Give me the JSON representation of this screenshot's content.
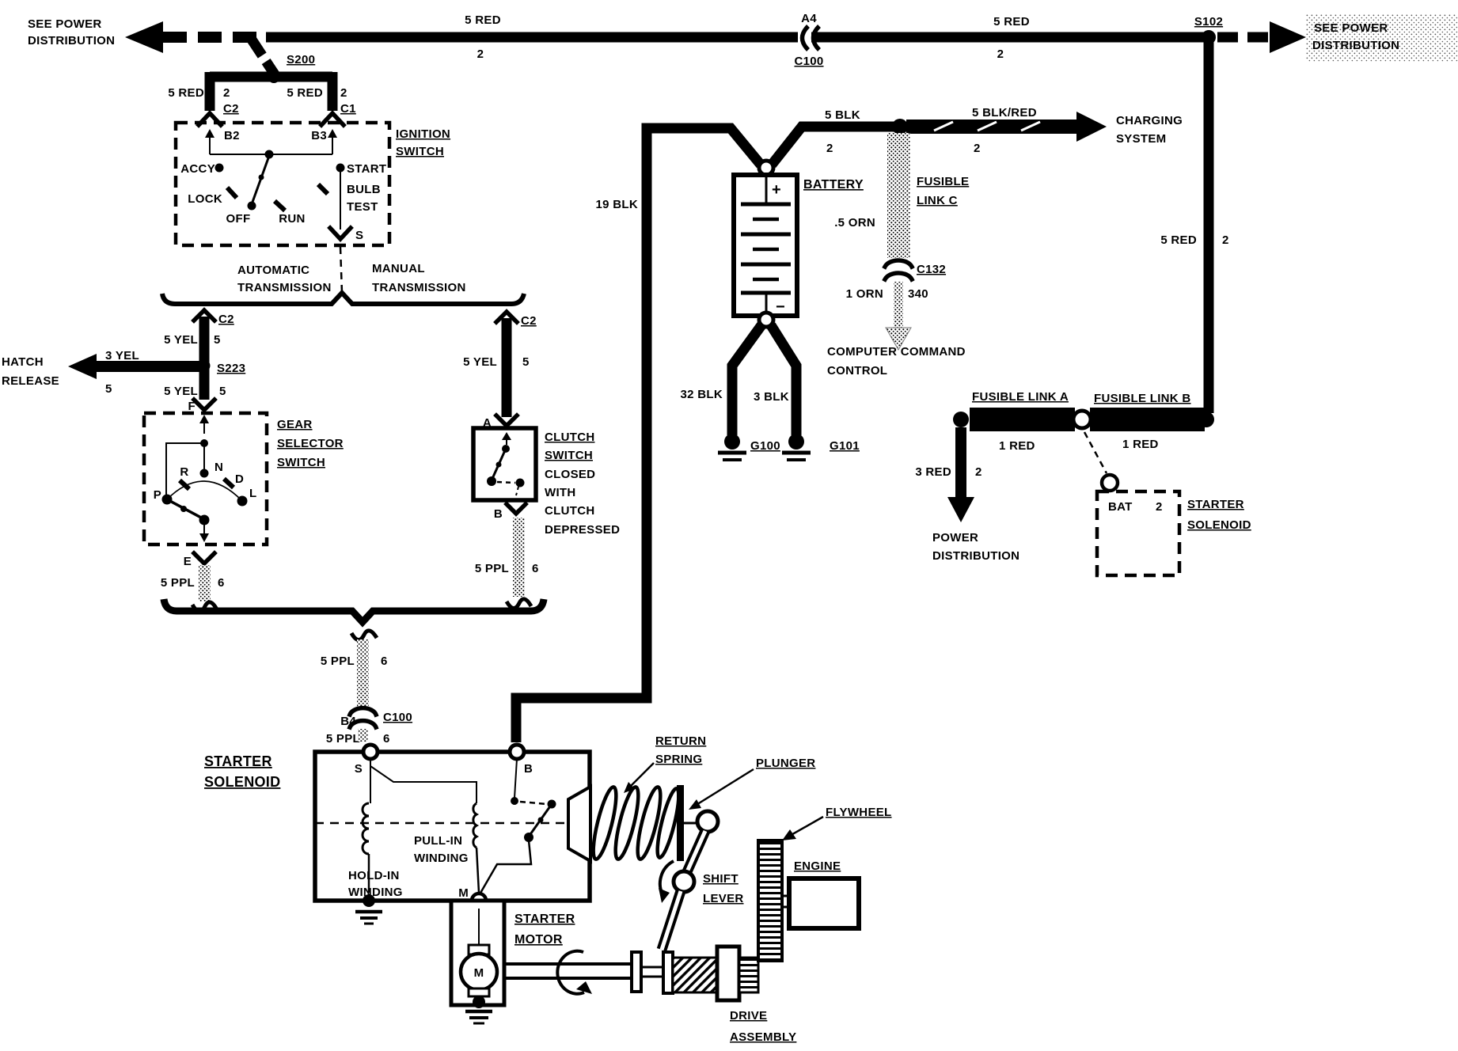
{
  "colors": {
    "ink": "#000000",
    "paper": "#ffffff",
    "stipple_gray": "#9b9b9b"
  },
  "labels": {
    "top": {
      "see_power_left_1": "SEE POWER",
      "see_power_left_2": "DISTRIBUTION",
      "bus_left_wire": "5 RED",
      "bus_left_gauge": "2",
      "a4": "A4",
      "c100": "C100",
      "bus_right_wire": "5 RED",
      "bus_right_gauge": "2",
      "s102": "S102",
      "see_power_right_1": "SEE POWER",
      "see_power_right_2": "DISTRIBUTION"
    },
    "ignition": {
      "s200": "S200",
      "left_wire": "5 RED",
      "left_gauge": "2",
      "c2": "C2",
      "right_wire": "5 RED",
      "right_gauge": "2",
      "c1": "C1",
      "title_1": "IGNITION",
      "title_2": "SWITCH",
      "b2": "B2",
      "b3": "B3",
      "accy": "ACCY",
      "lock": "LOCK",
      "off": "OFF",
      "run": "RUN",
      "start": "START",
      "bulb": "BULB",
      "test": "TEST",
      "s": "S"
    },
    "transmission": {
      "auto_1": "AUTOMATIC",
      "auto_2": "TRANSMISSION",
      "manual_1": "MANUAL",
      "manual_2": "TRANSMISSION"
    },
    "auto_branch": {
      "c2": "C2",
      "wire1": "5 YEL",
      "gauge1": "5",
      "s223": "S223",
      "hatch_wire": "3 YEL",
      "hatch_gauge": "5",
      "hatch_1": "HATCH",
      "hatch_2": "RELEASE",
      "wire2": "5 YEL",
      "gauge2": "5",
      "f": "F",
      "gear_1": "GEAR",
      "gear_2": "SELECTOR",
      "gear_3": "SWITCH",
      "p": "P",
      "r": "R",
      "n": "N",
      "d": "D",
      "l": "L",
      "e": "E",
      "wire3": "5 PPL",
      "gauge3": "6"
    },
    "manual_branch": {
      "c2": "C2",
      "wire1": "5 YEL",
      "gauge1": "5",
      "a": "A",
      "clutch_1": "CLUTCH",
      "clutch_2": "SWITCH",
      "clutch_3": "CLOSED",
      "clutch_4": "WITH",
      "clutch_5": "CLUTCH",
      "clutch_6": "DEPRESSED",
      "b": "B",
      "wire2": "5 PPL",
      "gauge2": "6"
    },
    "feed": {
      "wire": "5 PPL",
      "gauge": "6",
      "b4": "B4",
      "c100": "C100",
      "wire2": "5 PPL",
      "gauge2": "6"
    },
    "battery": {
      "label": "BATTERY",
      "plus": "+",
      "minus": "−",
      "blk19": "19 BLK",
      "blk5": "5 BLK",
      "blk5_gauge": "2",
      "blkred": "5 BLK/RED",
      "blkred_gauge": "2",
      "charging_1": "CHARGING",
      "charging_2": "SYSTEM",
      "orn5": ".5 ORN",
      "fusible_1": "FUSIBLE",
      "fusible_2": "LINK C",
      "c132": "C132",
      "orn1": "1 ORN",
      "circuit340": "340",
      "ccc_1": "COMPUTER COMMAND",
      "ccc_2": "CONTROL",
      "blk32": "32 BLK",
      "blk3": "3 BLK",
      "g100": "G100",
      "g101": "G101"
    },
    "right": {
      "red5": "5 RED",
      "red5_gauge": "2",
      "link_a": "FUSIBLE LINK A",
      "link_b": "FUSIBLE LINK B",
      "red1a": "1 RED",
      "red1b": "1 RED",
      "red3": "3 RED",
      "red3_gauge": "2",
      "power_1": "POWER",
      "power_2": "DISTRIBUTION",
      "bat": "BAT",
      "bat_gauge": "2",
      "solenoid_1": "STARTER",
      "solenoid_2": "SOLENOID"
    },
    "solenoid": {
      "title_1": "STARTER",
      "title_2": "SOLENOID",
      "s": "S",
      "b": "B",
      "m": "M",
      "pull_1": "PULL-IN",
      "pull_2": "WINDING",
      "hold_1": "HOLD-IN",
      "hold_2": "WINDING"
    },
    "motor": {
      "title_1": "STARTER",
      "title_2": "MOTOR",
      "m": "M"
    },
    "mech": {
      "return_1": "RETURN",
      "return_2": "SPRING",
      "plunger": "PLUNGER",
      "flywheel": "FLYWHEEL",
      "engine": "ENGINE",
      "shift_1": "SHIFT",
      "shift_2": "LEVER",
      "drive_1": "DRIVE",
      "drive_2": "ASSEMBLY"
    }
  }
}
